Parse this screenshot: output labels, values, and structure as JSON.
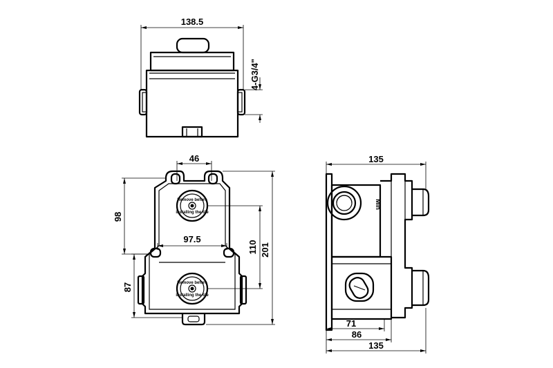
{
  "dimensions": {
    "top_width": "138.5",
    "top_thread": "4-G3/4\"",
    "front_spacing": "46",
    "front_upper_height": "98",
    "front_inner_width": "97.5",
    "front_outlet_distance": "110",
    "front_total_height": "201",
    "front_lower_height": "87",
    "side_top_depth": "135",
    "side_min_label": "Min",
    "side_depth_71": "71",
    "side_depth_86": "86",
    "side_bottom_depth": "135"
  },
  "labels": {
    "cap_upper_line1": "Remove before",
    "cap_upper_line2": "installing the tile",
    "cap_lower_line1": "Remove before",
    "cap_lower_line2": "installing the tile"
  }
}
